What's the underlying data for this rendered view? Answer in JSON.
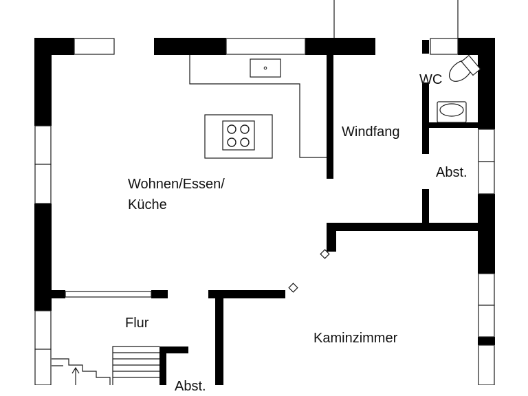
{
  "rooms": {
    "wohnen_line1": "Wohnen/Essen/",
    "wohnen_line2": "Küche",
    "windfang": "Windfang",
    "wc": "WC",
    "abst_upper": "Abst.",
    "flur": "Flur",
    "kaminzimmer": "Kaminzimmer",
    "abst_lower": "Abst."
  },
  "colors": {
    "wall": "#000000",
    "line": "#1a1a1a",
    "window_fill": "#ffffff",
    "text": "#111111"
  }
}
